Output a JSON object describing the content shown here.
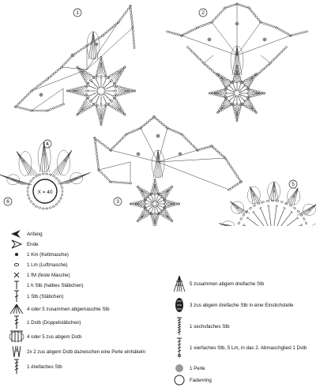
{
  "diagram": {
    "motif_numbers": [
      "1",
      "2",
      "3",
      "4",
      "5",
      "6"
    ],
    "ring_label": "X = 40"
  },
  "legend": {
    "left": [
      {
        "label": "Anfang",
        "symbol": "arrow-start-icon"
      },
      {
        "label": "Ende",
        "symbol": "arrow-end-icon"
      },
      {
        "label": "1 Km (Kettmasche)",
        "symbol": "slip-stitch-icon"
      },
      {
        "label": "1 Lm (Luftmasche)",
        "symbol": "chain-stitch-icon"
      },
      {
        "label": "1 fM (feste Masche)",
        "symbol": "single-crochet-icon"
      },
      {
        "label": "1 h Stb (halbes Stäbchen)",
        "symbol": "half-double-crochet-icon"
      },
      {
        "label": "1 Stb (Stäbchen)",
        "symbol": "double-crochet-icon"
      },
      {
        "label": "4 oder 5 zusammen abgemaschte Stb",
        "symbol": "cluster-decrease-icon"
      },
      {
        "label": "1 Dstb (Doppelstäbchen)",
        "symbol": "treble-crochet-icon"
      },
      {
        "label": "4 oder 5 zus abgem Dstb",
        "symbol": "treble-cluster-icon"
      },
      {
        "label": "2x 2 zus abgem Dstb dazwischen eine Perle einhäkeln",
        "symbol": "treble-pair-bead-icon"
      },
      {
        "label": "1 dreifaches Stb",
        "symbol": "triple-treble-icon"
      }
    ],
    "right": [
      {
        "label": "5 zusammen abgem dreifache Stb",
        "symbol": "triple-cluster-icon"
      },
      {
        "label": "3 zus abgem dreifache Stb in eine Einstichstelle",
        "symbol": "triple-bobble-icon"
      },
      {
        "label": "1 sechsfaches Stb",
        "symbol": "sextuple-treble-icon"
      },
      {
        "label": "1 vierfaches Stb, 5 Lm, in das 2. Abmaschglied 1 Dstb",
        "symbol": "quadruple-treble-icon"
      },
      {
        "label": "1 Perle",
        "symbol": "bead-icon"
      },
      {
        "label": "Fadenring",
        "symbol": "magic-ring-icon"
      }
    ]
  }
}
